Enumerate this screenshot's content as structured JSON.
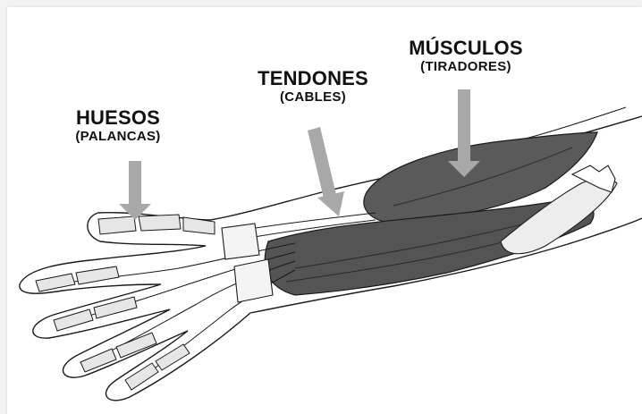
{
  "labels": {
    "bones": {
      "title": "HUESOS",
      "subtitle": "(PALANCAS)"
    },
    "tendons": {
      "title": "TENDONES",
      "subtitle": "(CABLES)"
    },
    "muscles": {
      "title": "MÚSCULOS",
      "subtitle": "(TIRADORES)"
    }
  },
  "colors": {
    "arrow": "#a8a8a8",
    "muscle": "#5a5a5a",
    "muscle_light": "#9a9a9a",
    "outline": "#1a1a1a",
    "bone": "#e6e6e6"
  }
}
